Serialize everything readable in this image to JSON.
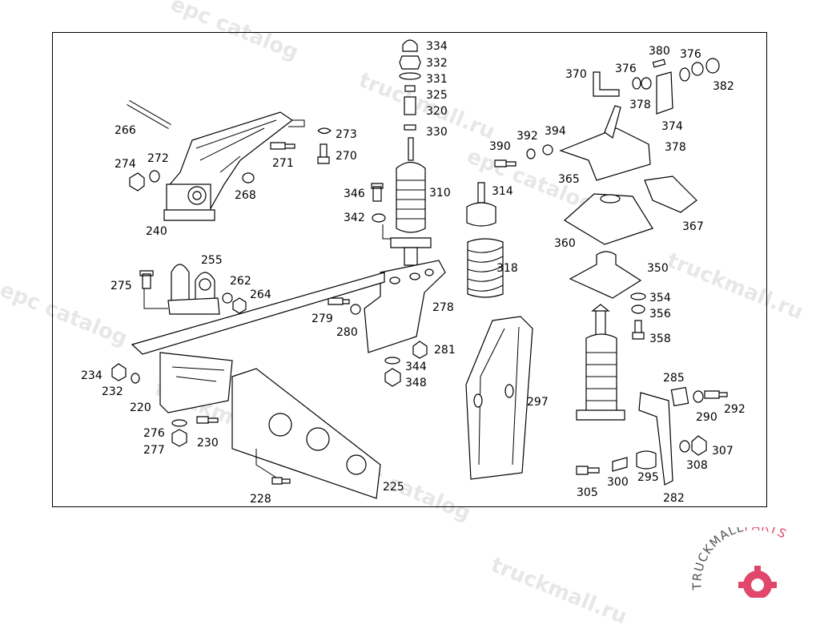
{
  "watermarks": [
    "epc catalog",
    "truckmall.ru",
    "epc catalog",
    "truckmall.ru",
    "epc catalog",
    "truckmall.ru e",
    "l epc catalog",
    "truckmall.ru",
    "epc catalog",
    "truckmall.ru"
  ],
  "logo": {
    "brand_a": "TRUCKMALL",
    "brand_b": "PARTS",
    "accent": "#e0476a"
  },
  "parts": {
    "p334": "334",
    "p332": "332",
    "p331": "331",
    "p325": "325",
    "p320": "320",
    "p330": "330",
    "p380": "380",
    "p376a": "376",
    "p376b": "376",
    "p370": "370",
    "p382": "382",
    "p378a": "378",
    "p374": "374",
    "p378b": "378",
    "p390": "390",
    "p392": "392",
    "p394": "394",
    "p365": "365",
    "p367": "367",
    "p360": "360",
    "p350": "350",
    "p354": "354",
    "p356": "356",
    "p358": "358",
    "p266": "266",
    "p273": "273",
    "p270": "270",
    "p271": "271",
    "p274": "274",
    "p272": "272",
    "p268": "268",
    "p240": "240",
    "p346": "346",
    "p310": "310",
    "p314": "314",
    "p342": "342",
    "p318": "318",
    "p255": "255",
    "p262": "262",
    "p264": "264",
    "p275": "275",
    "p279": "279",
    "p280": "280",
    "p278": "278",
    "p281": "281",
    "p344": "344",
    "p348": "348",
    "p234": "234",
    "p232": "232",
    "p220": "220",
    "p276": "276",
    "p277": "277",
    "p230": "230",
    "p228": "228",
    "p225": "225",
    "p297": "297",
    "p285": "285",
    "p290": "290",
    "p292": "292",
    "p307": "307",
    "p308": "308",
    "p295": "295",
    "p300": "300",
    "p305": "305",
    "p282": "282"
  }
}
